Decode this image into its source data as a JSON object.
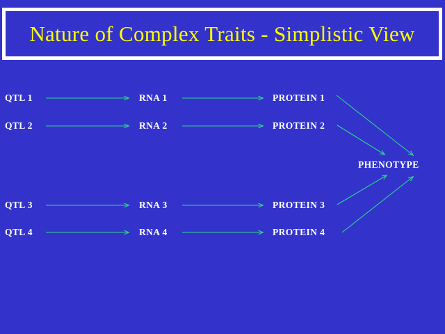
{
  "slide": {
    "background_color": "#3333CC",
    "title": {
      "text": "Nature of Complex Traits - Simplistic View",
      "color": "#FFFF00",
      "border_color": "#FFFFFF"
    }
  },
  "diagram": {
    "arrow_color": "#2FD48C",
    "label_color": "#FFFFFF",
    "columns": [
      {
        "name": "qtl",
        "items": [
          "QTL 1",
          "QTL 2",
          "QTL 3",
          "QTL 4"
        ]
      },
      {
        "name": "rna",
        "items": [
          "RNA 1",
          "RNA 2",
          "RNA 3",
          "RNA 4"
        ]
      },
      {
        "name": "protein",
        "items": [
          "PROTEIN 1",
          "PROTEIN 2",
          "PROTEIN 3",
          "PROTEIN 4"
        ]
      }
    ],
    "outcome": {
      "label": "PHENOTYPE"
    },
    "flow_arrows": [
      {
        "from": "QTL 1",
        "to": "RNA 1"
      },
      {
        "from": "RNA 1",
        "to": "PROTEIN 1"
      },
      {
        "from": "QTL 2",
        "to": "RNA 2"
      },
      {
        "from": "RNA 2",
        "to": "PROTEIN 2"
      },
      {
        "from": "QTL 3",
        "to": "RNA 3"
      },
      {
        "from": "RNA 3",
        "to": "PROTEIN 3"
      },
      {
        "from": "QTL 4",
        "to": "RNA 4"
      },
      {
        "from": "RNA 4",
        "to": "PROTEIN 4"
      },
      {
        "from": "PROTEIN 1",
        "to": "PHENOTYPE"
      },
      {
        "from": "PROTEIN 2",
        "to": "PHENOTYPE"
      },
      {
        "from": "PROTEIN 3",
        "to": "PHENOTYPE"
      },
      {
        "from": "PROTEIN 4",
        "to": "PHENOTYPE"
      }
    ]
  }
}
